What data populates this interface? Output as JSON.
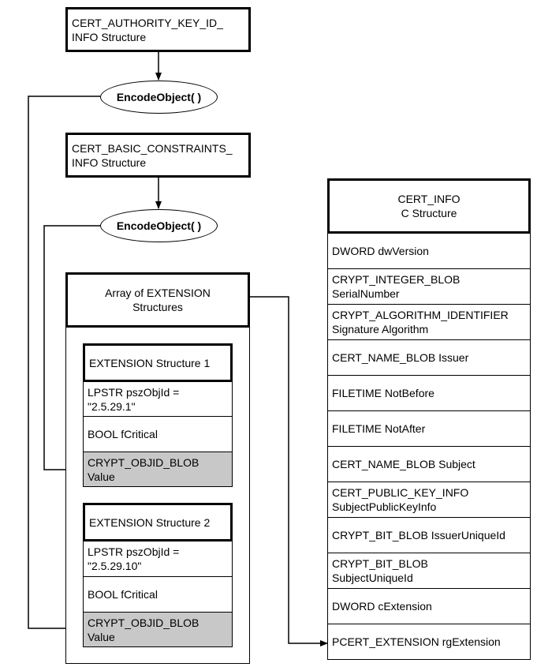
{
  "top_struct_1": "CERT_AUTHORITY_KEY_ID_\nINFO Structure",
  "encode_1": "EncodeObject( )",
  "top_struct_2": "CERT_BASIC_CONSTRAINTS_\nINFO Structure",
  "encode_2": "EncodeObject( )",
  "ext_array": {
    "title": "Array of EXTENSION\nStructures",
    "structures": [
      {
        "title": "EXTENSION Structure 1",
        "fields": [
          "LPSTR  pszObjId =\n\"2.5.29.1\"",
          "BOOL  fCritical",
          "CRYPT_OBJID_BLOB\nValue"
        ]
      },
      {
        "title": "EXTENSION Structure 2",
        "fields": [
          "LPSTR  pszObjId =\n\"2.5.29.10\"",
          "BOOL  fCritical",
          "CRYPT_OBJID_BLOB\nValue"
        ]
      }
    ]
  },
  "cert_info": {
    "title": "CERT_INFO\nC Structure",
    "fields": [
      "DWORD dwVersion",
      "CRYPT_INTEGER_BLOB\nSerialNumber",
      "CRYPT_ALGORITHM_IDENTIFIER\nSignature Algorithm",
      "CERT_NAME_BLOB Issuer",
      "FILETIME NotBefore",
      "FILETIME NotAfter",
      "CERT_NAME_BLOB Subject",
      "CERT_PUBLIC_KEY_INFO\nSubjectPublicKeyInfo",
      "CRYPT_BIT_BLOB IssuerUniqueId",
      "CRYPT_BIT_BLOB\nSubjectUniqueId",
      "DWORD cExtension",
      "PCERT_EXTENSION rgExtension"
    ]
  }
}
